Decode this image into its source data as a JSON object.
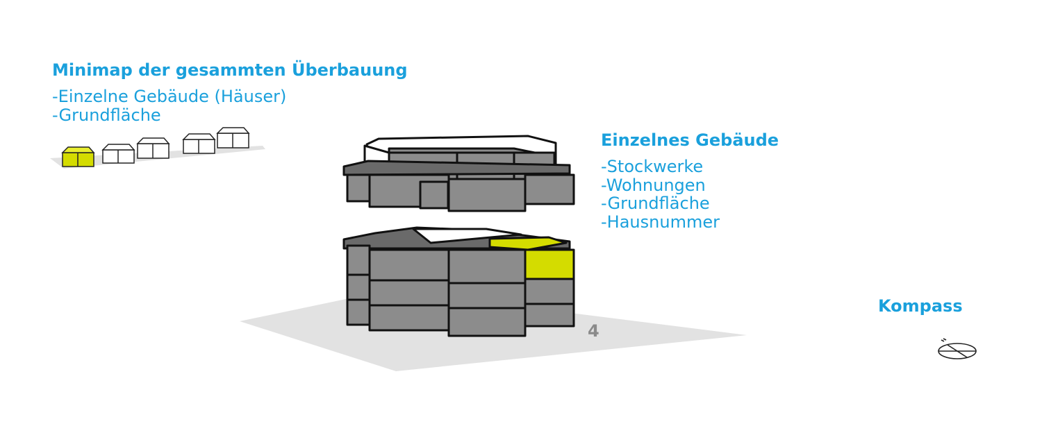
{
  "minimap": {
    "title": "Minimap der gesammten Überbauung",
    "items": [
      "Einzelne Gebäude (Häuser)",
      "Grundfläche"
    ]
  },
  "building": {
    "title": "Einzelnes Gebäude",
    "items": [
      "Stockwerke",
      "Wohnungen",
      "Grundfläche",
      "Hausnummer"
    ],
    "house_number": "4"
  },
  "compass": {
    "title": "Kompass",
    "icon": "compass-icon"
  },
  "colors": {
    "text_accent": "#1aa0dc",
    "highlight": "#d4dc00",
    "block": "#8c8c8c",
    "outline": "#111111",
    "ground": "#e2e2e2"
  }
}
